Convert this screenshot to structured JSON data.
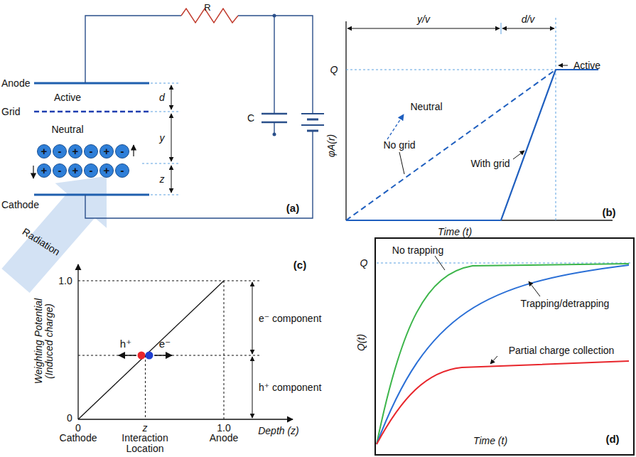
{
  "diagram": {
    "labels": [
      "R",
      "C",
      "Anode",
      "Active",
      "d",
      "Grid",
      "Neutral",
      "y",
      "z",
      "Cathode",
      "Radiation",
      "(a)",
      "+",
      "-",
      "+",
      "-",
      "+",
      "-",
      "+",
      "-",
      "+",
      "-",
      "+",
      "-",
      "y/v",
      "d/v",
      "Q",
      "Active",
      "Neutral",
      "No grid",
      "With grid",
      "φA(r)",
      "Time (t)",
      "(b)",
      "Weighting Potential (Induced charge)",
      "1.0",
      "0",
      "h⁺",
      "e⁻",
      "e⁻ component",
      "h⁺ component",
      "0",
      "Cathode",
      "z",
      "Interaction Location",
      "1.0",
      "Anode",
      "Depth (z)",
      "(c)",
      "Q",
      "No trapping",
      "Trapping/detrapping",
      "Partial charge collection",
      "Q(t)",
      "Time (t)",
      "(d)"
    ]
  }
}
